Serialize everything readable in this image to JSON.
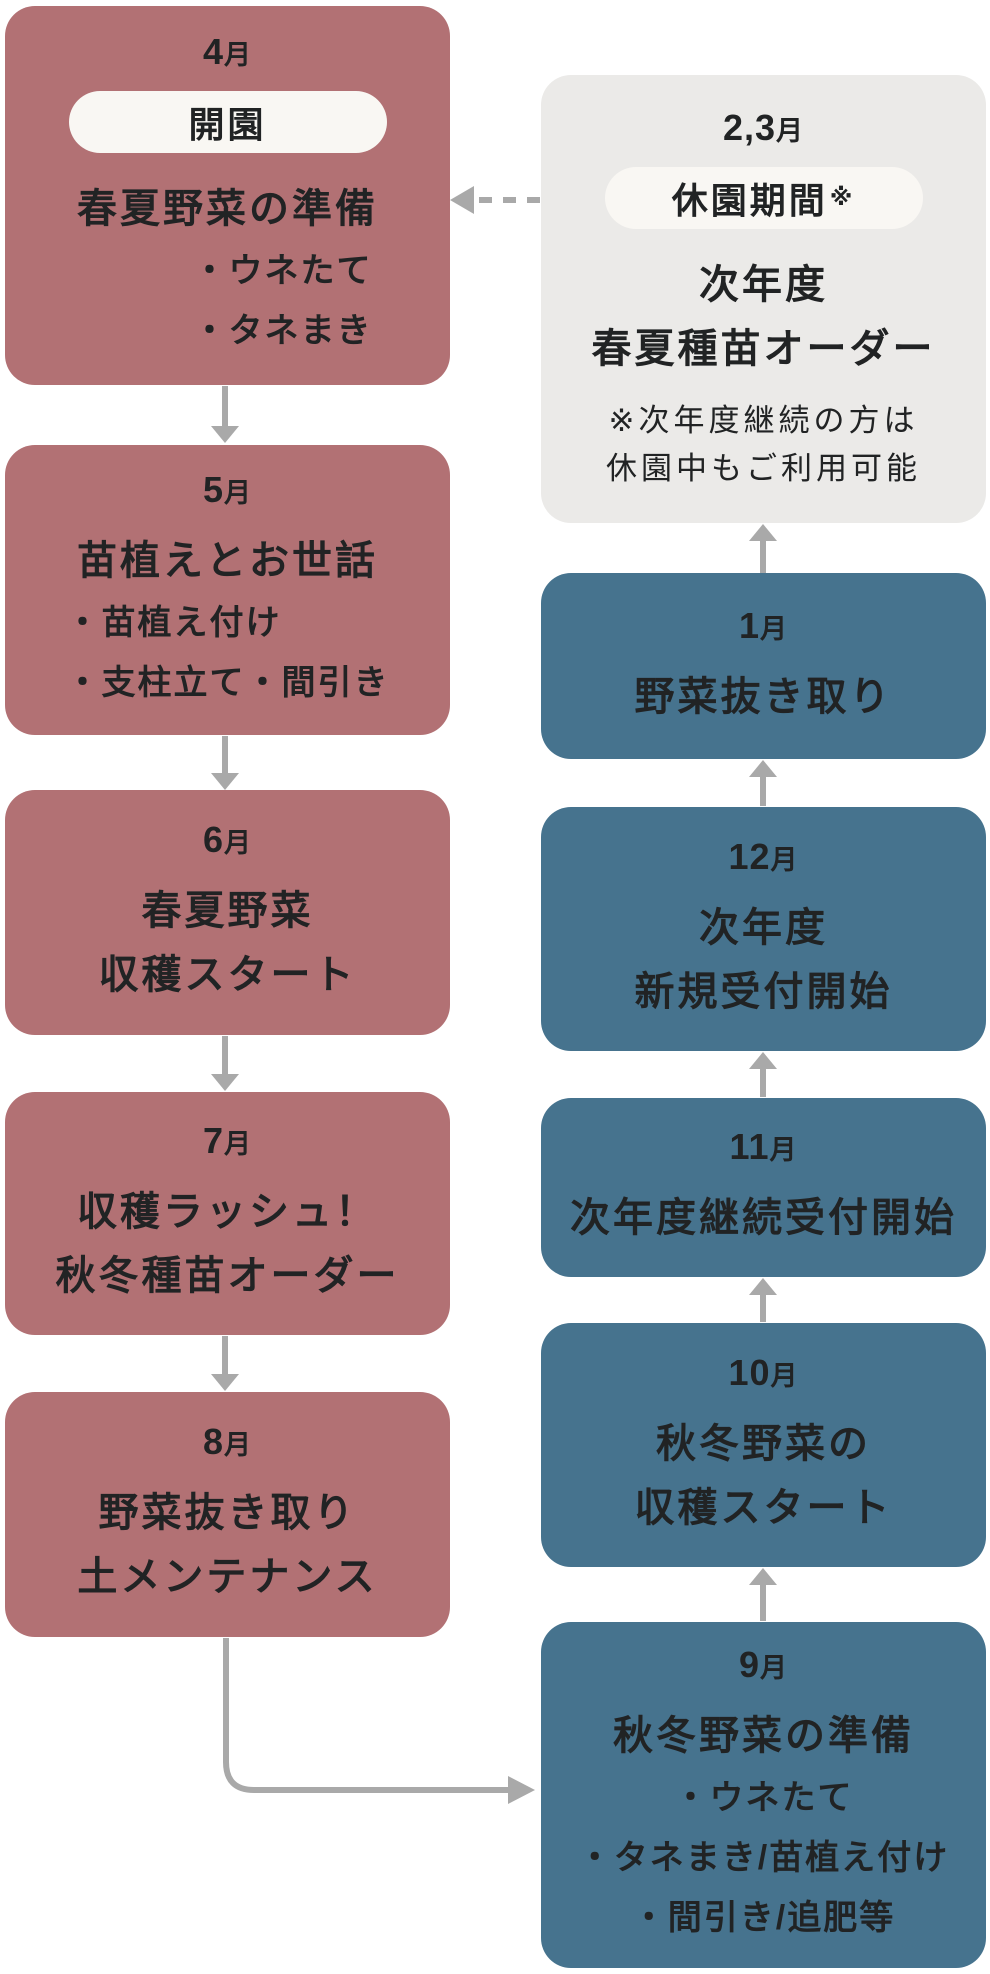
{
  "palette": {
    "background": "#ffffff",
    "spring_summer_box": "#b27174",
    "autumn_winter_box": "#46738e",
    "closed_box": "#ebeae8",
    "badge_bg": "#f9f7f3",
    "text": "#212324",
    "arrow": "#a9a9a9"
  },
  "boxes": {
    "apr": {
      "month_num": "4",
      "month_unit": "月",
      "badge": "開園",
      "title": "春夏野菜の準備",
      "bullets": [
        "・ウネたて",
        "・タネまき"
      ]
    },
    "may": {
      "month_num": "5",
      "month_unit": "月",
      "title": "苗植えとお世話",
      "bullets": [
        "・苗植え付け",
        "・支柱立て・間引き"
      ]
    },
    "jun": {
      "month_num": "6",
      "month_unit": "月",
      "lines": [
        "春夏野菜",
        "収穫スタート"
      ]
    },
    "jul": {
      "month_num": "7",
      "month_unit": "月",
      "lines": [
        "収穫ラッシュ！",
        "秋冬種苗オーダー"
      ]
    },
    "aug": {
      "month_num": "8",
      "month_unit": "月",
      "lines": [
        "野菜抜き取り",
        "土メンテナンス"
      ]
    },
    "sep": {
      "month_num": "9",
      "month_unit": "月",
      "title": "秋冬野菜の準備",
      "bullets": [
        "・ウネたて",
        "・タネまき/苗植え付け",
        "・間引き/追肥等"
      ]
    },
    "oct": {
      "month_num": "10",
      "month_unit": "月",
      "lines": [
        "秋冬野菜の",
        "収穫スタート"
      ]
    },
    "nov": {
      "month_num": "11",
      "month_unit": "月",
      "lines": [
        "次年度継続受付開始"
      ]
    },
    "dec": {
      "month_num": "12",
      "month_unit": "月",
      "lines": [
        "次年度",
        "新規受付開始"
      ]
    },
    "jan": {
      "month_num": "1",
      "month_unit": "月",
      "lines": [
        "野菜抜き取り"
      ]
    },
    "feb_mar": {
      "month_num": "2,3",
      "month_unit": "月",
      "badge": "休園期間",
      "badge_note": "※",
      "lines": [
        "次年度",
        "春夏種苗オーダー"
      ],
      "notes": [
        "※次年度継続の方は",
        "休園中もご利用可能"
      ]
    }
  }
}
